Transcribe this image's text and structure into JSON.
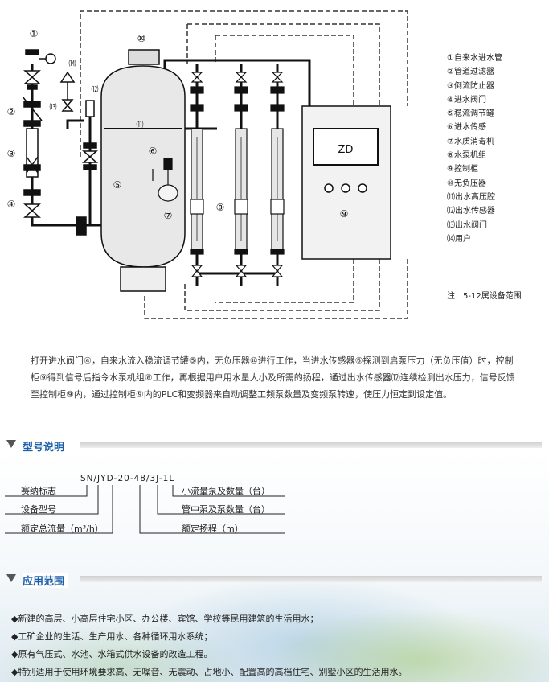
{
  "diagram": {
    "marker_labels": {
      "m1": "①",
      "m2": "②",
      "m3": "③",
      "m4": "④",
      "m5": "⑤",
      "m6": "⑥",
      "m7": "⑦",
      "m8": "⑧",
      "m9": "⑨",
      "m10": "⑩",
      "m12": "⑿",
      "m13": "⒀",
      "m14": "⒁",
      "m11": "⑾"
    },
    "control_display": "ZD"
  },
  "legend": [
    "①自来水进水管",
    "②管道过滤器",
    "③倒流防止器",
    "④进水阀门",
    "⑤稳流调节罐",
    "⑥进水传感",
    "⑦水质消毒机",
    "⑧水泵机组",
    "⑨控制柜",
    "⑩无负压器",
    "⑾出水高压腔",
    "⑿出水传感器",
    "⒀出水阀门",
    "⒁用户"
  ],
  "note": "注：5-12属设备范围",
  "description": "打开进水阀门④，自来水流入稳流调节罐⑤内，无负压器⑩进行工作，当进水传感器⑥探测到启泵压力（无负压值）时，控制柜⑨得到信号后指令水泵机组⑧工作，再根据用户用水量大小及所需的扬程，通过出水传感器⑿连续检测出水压力，信号反馈至控制柜⑨内，通过控制柜⑨内的PLC和变频器来自动调整工频泵数量及变频泵转速，使压力恒定到设定值。",
  "model_section": {
    "title": "型号说明",
    "code": "SN/JYD-20-48/3J-1L",
    "labels": {
      "brand": "赛纳标志",
      "device_type": "设备型号",
      "rated_flow": "额定总流量（m³/h）",
      "small_pumps": "小流量泵及数量（台）",
      "mid_pumps": "管中泵及泵数量（台）",
      "rated_head": "额定扬程（m）"
    }
  },
  "application_section": {
    "title": "应用范围",
    "items": [
      "◆新建的高层、小高层住宅小区、办公楼、宾馆、学校等民用建筑的生活用水；",
      "◆工矿企业的生活、生产用水、各种循环用水系统；",
      "◆原有气压式、水池、水箱式供水设备的改造工程。",
      "◆特别适用于使用环境要求高、无噪音、无震动、占地小、配置高的高档住宅、别墅小区的生活用水。"
    ]
  }
}
